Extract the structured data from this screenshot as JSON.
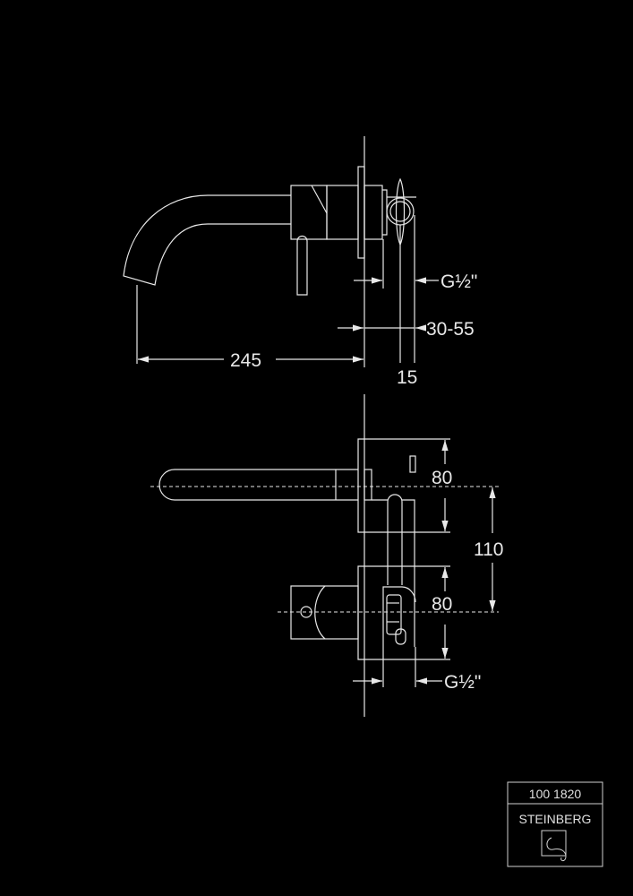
{
  "side_view": {
    "dim_thread": "G½\"",
    "dim_wall_depth": "30-55",
    "dim_offset": "15",
    "dim_projection": "245"
  },
  "top_view": {
    "dim_upper_plate": "80",
    "dim_centers": "110",
    "dim_lower_plate": "80",
    "dim_thread": "G½\""
  },
  "title_block": {
    "article_number": "100 1820",
    "brand": "STEINBERG"
  },
  "colors": {
    "background": "#000000",
    "lines": "#e8e8e8"
  }
}
